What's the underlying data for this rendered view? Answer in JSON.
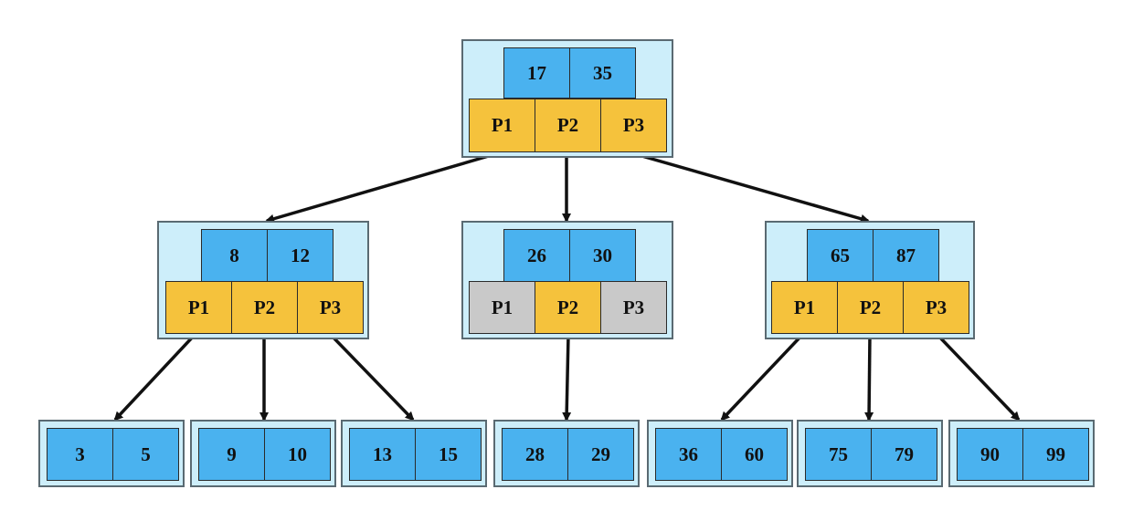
{
  "colors": {
    "node_fill": "#cdeefa",
    "key_fill": "#4ab2ef",
    "pointer_fill": "#f5c23c",
    "pointer_inactive_fill": "#c9c9c9",
    "edge": "#111111"
  },
  "tree": {
    "root": {
      "keys": [
        "17",
        "35"
      ],
      "pointers": [
        {
          "label": "P1",
          "active": true
        },
        {
          "label": "P2",
          "active": true
        },
        {
          "label": "P3",
          "active": true
        }
      ]
    },
    "internal": [
      {
        "keys": [
          "8",
          "12"
        ],
        "pointers": [
          {
            "label": "P1",
            "active": true
          },
          {
            "label": "P2",
            "active": true
          },
          {
            "label": "P3",
            "active": true
          }
        ]
      },
      {
        "keys": [
          "26",
          "30"
        ],
        "pointers": [
          {
            "label": "P1",
            "active": false
          },
          {
            "label": "P2",
            "active": true
          },
          {
            "label": "P3",
            "active": false
          }
        ]
      },
      {
        "keys": [
          "65",
          "87"
        ],
        "pointers": [
          {
            "label": "P1",
            "active": true
          },
          {
            "label": "P2",
            "active": true
          },
          {
            "label": "P3",
            "active": true
          }
        ]
      }
    ],
    "leaves": [
      {
        "keys": [
          "3",
          "5"
        ]
      },
      {
        "keys": [
          "9",
          "10"
        ]
      },
      {
        "keys": [
          "13",
          "15"
        ]
      },
      {
        "keys": [
          "28",
          "29"
        ]
      },
      {
        "keys": [
          "36",
          "60"
        ]
      },
      {
        "keys": [
          "75",
          "79"
        ]
      },
      {
        "keys": [
          "90",
          "99"
        ]
      }
    ]
  }
}
